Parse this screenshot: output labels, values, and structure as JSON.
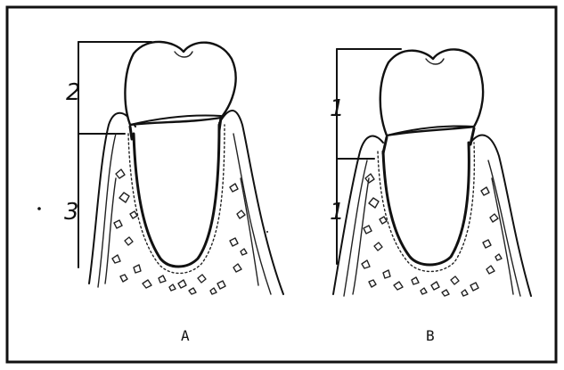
{
  "figure": {
    "panel_a": {
      "caption": "A",
      "labels": {
        "crown_length": "2",
        "root_in_bone": "3"
      }
    },
    "panel_b": {
      "caption": "B",
      "labels": {
        "crown_length": "1",
        "root_in_bone": "1"
      }
    }
  }
}
